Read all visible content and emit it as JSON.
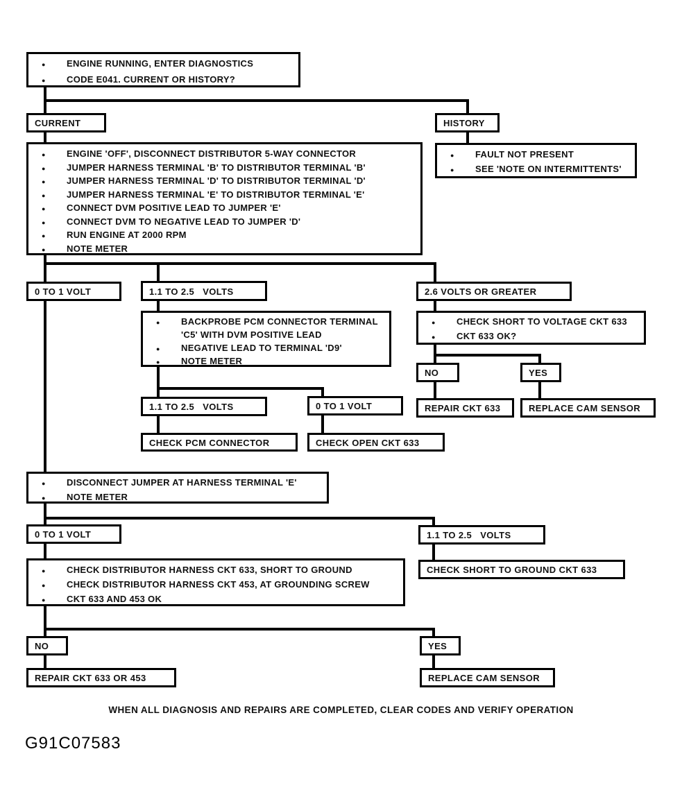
{
  "page": {
    "footer_note": "WHEN ALL DIAGNOSIS AND REPAIRS ARE COMPLETED, CLEAR CODES AND VERIFY OPERATION",
    "figure_id": "G91C07583"
  },
  "nodes": {
    "start": {
      "lines": [
        "ENGINE RUNNING, ENTER DIAGNOSTICS",
        "CODE E041. CURRENT OR HISTORY?"
      ]
    },
    "current": {
      "label": "CURRENT"
    },
    "history": {
      "label": "HISTORY"
    },
    "history_result": {
      "lines": [
        "FAULT NOT PRESENT",
        "SEE 'NOTE ON INTERMITTENTS'"
      ]
    },
    "current_procedure": {
      "lines": [
        "ENGINE 'OFF', DISCONNECT DISTRIBUTOR 5-WAY CONNECTOR",
        "JUMPER HARNESS TERMINAL 'B' TO DISTRIBUTOR TERMINAL 'B'",
        "JUMPER HARNESS TERMINAL 'D' TO DISTRIBUTOR TERMINAL 'D'",
        "JUMPER HARNESS TERMINAL 'E' TO DISTRIBUTOR TERMINAL 'E'",
        "CONNECT DVM POSITIVE LEAD TO JUMPER 'E'",
        "CONNECT DVM TO NEGATIVE LEAD TO JUMPER 'D'",
        "RUN ENGINE AT 2000 RPM",
        "NOTE METER"
      ]
    },
    "volt_0_1_a": {
      "label": "0 TO 1 VOLT"
    },
    "volt_1_25_a": {
      "label": "1.1 TO 2.5   VOLTS"
    },
    "volt_26_plus": {
      "label": "2.6 VOLTS OR GREATER"
    },
    "backprobe": {
      "lines": [
        "BACKPROBE PCM CONNECTOR TERMINAL",
        "'C5' WITH DVM POSITIVE LEAD",
        "NEGATIVE LEAD TO TERMINAL 'D9'",
        "NOTE METER"
      ]
    },
    "check_short_voltage": {
      "lines": [
        "CHECK SHORT TO VOLTAGE CKT 633",
        "CKT 633 OK?"
      ]
    },
    "no_1": {
      "label": "NO"
    },
    "yes_1": {
      "label": "YES"
    },
    "repair_ckt_633": {
      "label": "REPAIR CKT 633"
    },
    "replace_cam_sensor_1": {
      "label": "REPLACE CAM SENSOR"
    },
    "volt_1_25_b": {
      "label": "1.1 TO 2.5   VOLTS"
    },
    "volt_0_1_b": {
      "label": "0 TO 1 VOLT"
    },
    "check_pcm_connector": {
      "label": "CHECK PCM CONNECTOR"
    },
    "check_open_ckt_633": {
      "label": "CHECK OPEN CKT 633"
    },
    "disconnect_jumper": {
      "lines": [
        "DISCONNECT JUMPER AT HARNESS TERMINAL 'E'",
        "NOTE METER"
      ]
    },
    "volt_0_1_c": {
      "label": "0 TO 1 VOLT"
    },
    "volt_1_25_c": {
      "label": "1.1 TO 2.5   VOLTS"
    },
    "check_dist_harness": {
      "lines": [
        "CHECK DISTRIBUTOR HARNESS CKT 633, SHORT TO GROUND",
        "CHECK DISTRIBUTOR HARNESS CKT 453, AT GROUNDING SCREW",
        "CKT 633 AND 453 OK"
      ]
    },
    "check_short_ground": {
      "label": "CHECK SHORT TO GROUND CKT 633"
    },
    "no_2": {
      "label": "NO"
    },
    "yes_2": {
      "label": "YES"
    },
    "repair_ckt_633_453": {
      "label": "REPAIR CKT 633 OR 453"
    },
    "replace_cam_sensor_2": {
      "label": "REPLACE CAM SENSOR"
    }
  }
}
